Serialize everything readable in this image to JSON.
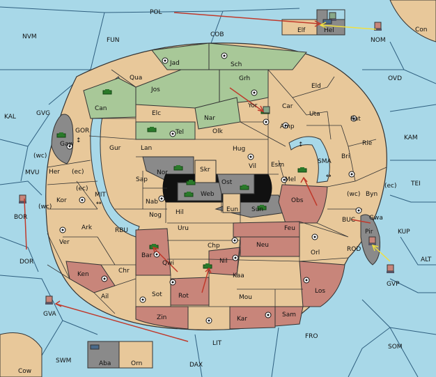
{
  "colors": {
    "sea": "#a8d8e8",
    "land_neutral": "#e8c89a",
    "land_green": "#a8c898",
    "land_red": "#c8857a",
    "land_gray": "#8a8a8a",
    "order_red": "#c0392b",
    "order_yellow": "#f0e040"
  },
  "sea_labels": {
    "pol": "POL",
    "nvm": "NVM",
    "fun": "FUN",
    "cob": "COB",
    "con": "Con",
    "nom": "NOM",
    "ovd": "OVD",
    "kal": "KAL",
    "gvg": "GVG",
    "kam": "KAM",
    "gor": "GOR",
    "mvu": "MVU",
    "mit": "MIT",
    "sma": "SMA",
    "tei": "TEI",
    "rbu": "RBU",
    "buc": "BUC",
    "kup": "KUP",
    "dor": "DOR",
    "bor": "BOR",
    "rod": "ROD",
    "alt": "ALT",
    "gvp": "GVP",
    "gva": "GVA",
    "fro": "FRO",
    "lit": "LIT",
    "som": "SOM",
    "swm": "SWM",
    "dax": "DAX",
    "cow": "Cow"
  },
  "land_labels": {
    "elf": "Elf",
    "hel": "Hel",
    "jad": "Jad",
    "sch": "Sch",
    "qua": "Qua",
    "jos": "Jos",
    "grh": "Grh",
    "eld": "Eld",
    "can": "Can",
    "elc": "Elc",
    "nar": "Nar",
    "car": "Car",
    "uta": "Uta",
    "yor": "Yor",
    "tel": "Tel",
    "olk": "Olk",
    "amp": "Amp",
    "kat": "Kat",
    "gaw": "Gaw",
    "gur": "Gur",
    "lan": "Lan",
    "hug": "Hug",
    "rie": "Rie",
    "bri": "Bri",
    "wc1": "(wc)",
    "her": "Her",
    "ec1": "(ec)",
    "nor": "Nor",
    "skr": "Skr",
    "ost": "Ost",
    "vil": "Vil",
    "esm": "Esm",
    "sap": "Sap",
    "web": "Web",
    "mel": "Mel",
    "byn": "Byn",
    "ec2": "(ec)",
    "wc3": "(wc)",
    "kor": "Kor",
    "ec3": "(ec)",
    "nab": "Nab",
    "eun": "Eun",
    "sun": "Sun",
    "obs": "Obs",
    "wc2": "(wc)",
    "gwa": "Gwa",
    "hil": "Hil",
    "nog": "Nog",
    "ark": "Ark",
    "uru": "Uru",
    "feu": "Feu",
    "pir": "Pir",
    "ver": "Ver",
    "chp": "Chp",
    "neu": "Neu",
    "orl": "Orl",
    "bar": "Bar",
    "qwi": "Qwi",
    "nil": "Nil",
    "ken": "Ken",
    "chr": "Chr",
    "kaa": "Kaa",
    "ail": "Ail",
    "sot": "Sot",
    "rot": "Rot",
    "mou": "Mou",
    "los": "Los",
    "sam": "Sam",
    "zin": "Zin",
    "kar": "Kar",
    "aba": "Aba",
    "orn": "Orn"
  },
  "coast_markers": {
    "gor_arrow": "↕",
    "mit_arrow": "↔",
    "sma_arrow1": "↕",
    "sma_arrow2": "↔"
  }
}
